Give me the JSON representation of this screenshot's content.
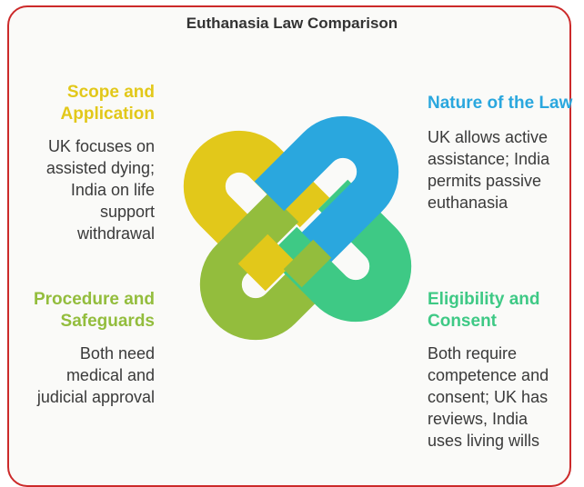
{
  "title": "Euthanasia Law Comparison",
  "colors": {
    "yellow": "#e2c81a",
    "blue": "#2aa7de",
    "olive": "#93bd3d",
    "green": "#3ec985",
    "frame": "#cc2a2a"
  },
  "sections": {
    "scope": {
      "heading": [
        "Scope and",
        "Application"
      ],
      "text": [
        "UK focuses on",
        "assisted dying;",
        "India on life",
        "support",
        "withdrawal"
      ]
    },
    "nature": {
      "heading": [
        "Nature of the Law"
      ],
      "text": [
        "UK allows active",
        "assistance; India",
        "permits passive",
        "euthanasia"
      ]
    },
    "procedure": {
      "heading": [
        "Procedure and",
        "Safeguards"
      ],
      "text": [
        "Both need",
        "medical and",
        "judicial approval"
      ]
    },
    "eligibility": {
      "heading": [
        "Eligibility and",
        "Consent"
      ],
      "text": [
        "Both require",
        "competence and",
        "consent; UK has",
        "reviews, India",
        "uses living wills"
      ]
    }
  }
}
